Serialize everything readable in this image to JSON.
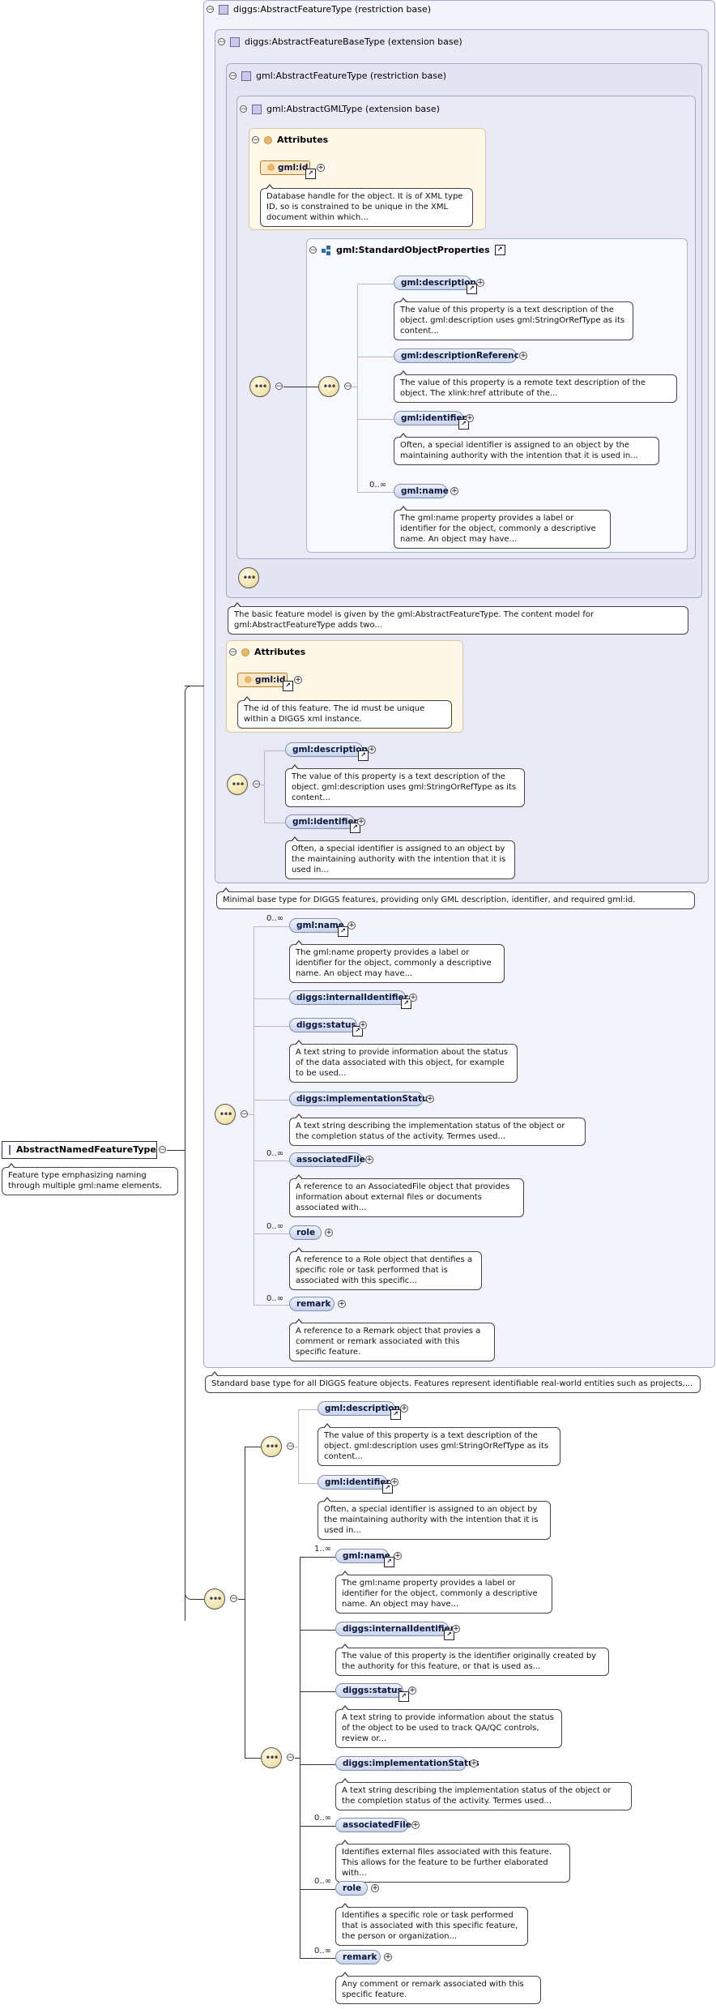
{
  "root": {
    "name": "AbstractNamedFeatureType",
    "doc": "Feature type emphasizing naming through multiple gml:name elements."
  },
  "boxes": {
    "b1": "diggs:AbstractFeatureType (restriction base)",
    "b2": "diggs:AbstractFeatureBaseType (extension base)",
    "b3": "gml:AbstractFeatureType (restriction base)",
    "b4": "gml:AbstractGMLType (extension base)",
    "attributes": "Attributes",
    "std": "gml:StandardObjectProperties"
  },
  "gml_attr": {
    "name": "gml:id",
    "doc": "Database handle for the object. It is of XML type ID, so is constrained to be unique in the XML document within which..."
  },
  "std_items": [
    {
      "name": "gml:description",
      "occ": "",
      "doc": "The value of this property is a text description of the object. gml:description uses gml:StringOrRefType as its content..."
    },
    {
      "name": "gml:descriptionReference",
      "occ": "",
      "doc": "The value of this property is a remote text description of the object. The xlink:href attribute of the..."
    },
    {
      "name": "gml:identifier",
      "occ": "",
      "doc": "Often, a special identifier is assigned to an object by the maintaining authority with the intention that it is used in..."
    },
    {
      "name": "gml:name",
      "occ": "0..∞",
      "doc": "The gml:name property provides a label or identifier for the object, commonly a descriptive name. An object may have..."
    }
  ],
  "b3_doc": "The basic feature model is given by the gml:AbstractFeatureType. The content model for gml:AbstractFeatureType adds two...",
  "diggs_attr": {
    "name": "gml:id",
    "doc": "The id of this feature. The id must be unique within a DIGGS xml instance."
  },
  "b2_items": [
    {
      "name": "gml:description",
      "doc": "The value of this property is a text description of the object. gml:description uses gml:StringOrRefType as its content..."
    },
    {
      "name": "gml:identifier",
      "doc": "Often, a special identifier is assigned to an object by the maintaining authority with the intention that it is used in..."
    }
  ],
  "b2_doc": "Minimal base type for DIGGS features, providing only GML description, identifier, and required gml:id.",
  "b1_items": [
    {
      "name": "gml:name",
      "occ": "0..∞",
      "doc": "The gml:name property provides a label or identifier for the object, commonly a descriptive name. An object may have..."
    },
    {
      "name": "diggs:internalIdentifier",
      "occ": "",
      "doc": ""
    },
    {
      "name": "diggs:status",
      "occ": "",
      "doc": "A text string to provide information about the status of the data associated with this object, for example to be used..."
    },
    {
      "name": "diggs:implementationStatus",
      "occ": "",
      "doc": "A text string describing the implementation status of the object or the completion status of the activity. Termes used..."
    },
    {
      "name": "associatedFile",
      "occ": "0..∞",
      "doc": "A reference to an AssociatedFile object that provides information about external files or documents associated with..."
    },
    {
      "name": "role",
      "occ": "0..∞",
      "doc": "A reference to a Role object that dentifies a specific role or task performed that is associated with this specific..."
    },
    {
      "name": "remark",
      "occ": "0..∞",
      "doc": "A reference to a Remark object that provies a comment or remark associated with this specific feature."
    }
  ],
  "b1_doc": "Standard base type for all DIGGS feature objects. Features represent identifiable real-world entities such as projects,...",
  "bottom_a": [
    {
      "name": "gml:description",
      "doc": "The value of this property is a text description of the object. gml:description uses gml:StringOrRefType as its content..."
    },
    {
      "name": "gml:identifier",
      "doc": "Often, a special identifier is assigned to an object by the maintaining authority with the intention that it is used in..."
    }
  ],
  "bottom_b": [
    {
      "name": "gml:name",
      "occ": "1..∞",
      "doc": "The gml:name property provides a label or identifier for the object, commonly a descriptive name. An object may have..."
    },
    {
      "name": "diggs:internalIdentifier",
      "occ": "",
      "doc": "The value of this property is the identifier originally created by the authority for this feature, or that is used as..."
    },
    {
      "name": "diggs:status",
      "occ": "",
      "doc": "A text string to provide information about the status of the object to be used to track QA/QC controls, review or..."
    },
    {
      "name": "diggs:implementationStatus",
      "occ": "",
      "doc": "A text string describing the implementation status of the object or the completion status of the activity. Termes used..."
    },
    {
      "name": "associatedFile",
      "occ": "0..∞",
      "doc": "Identifies external files associated with this feature. This allows for the feature to be further elaborated with..."
    },
    {
      "name": "role",
      "occ": "0..∞",
      "doc": "Identifies a specific role or task performed that is associated with this specific feature, the person or organization..."
    },
    {
      "name": "remark",
      "occ": "0..∞",
      "doc": "Any comment or remark associated with this specific feature."
    }
  ],
  "icons": {
    "toggle": "collapse-icon",
    "sequence": "sequence-compositor-icon",
    "type": "complex-type-icon",
    "attribute": "attribute-icon",
    "link": "link-arrow-icon",
    "expand": "expand-plus-icon"
  },
  "glyphs": {
    "collapse": "−",
    "expand": "+",
    "link": "↗",
    "sequence": "•••"
  }
}
